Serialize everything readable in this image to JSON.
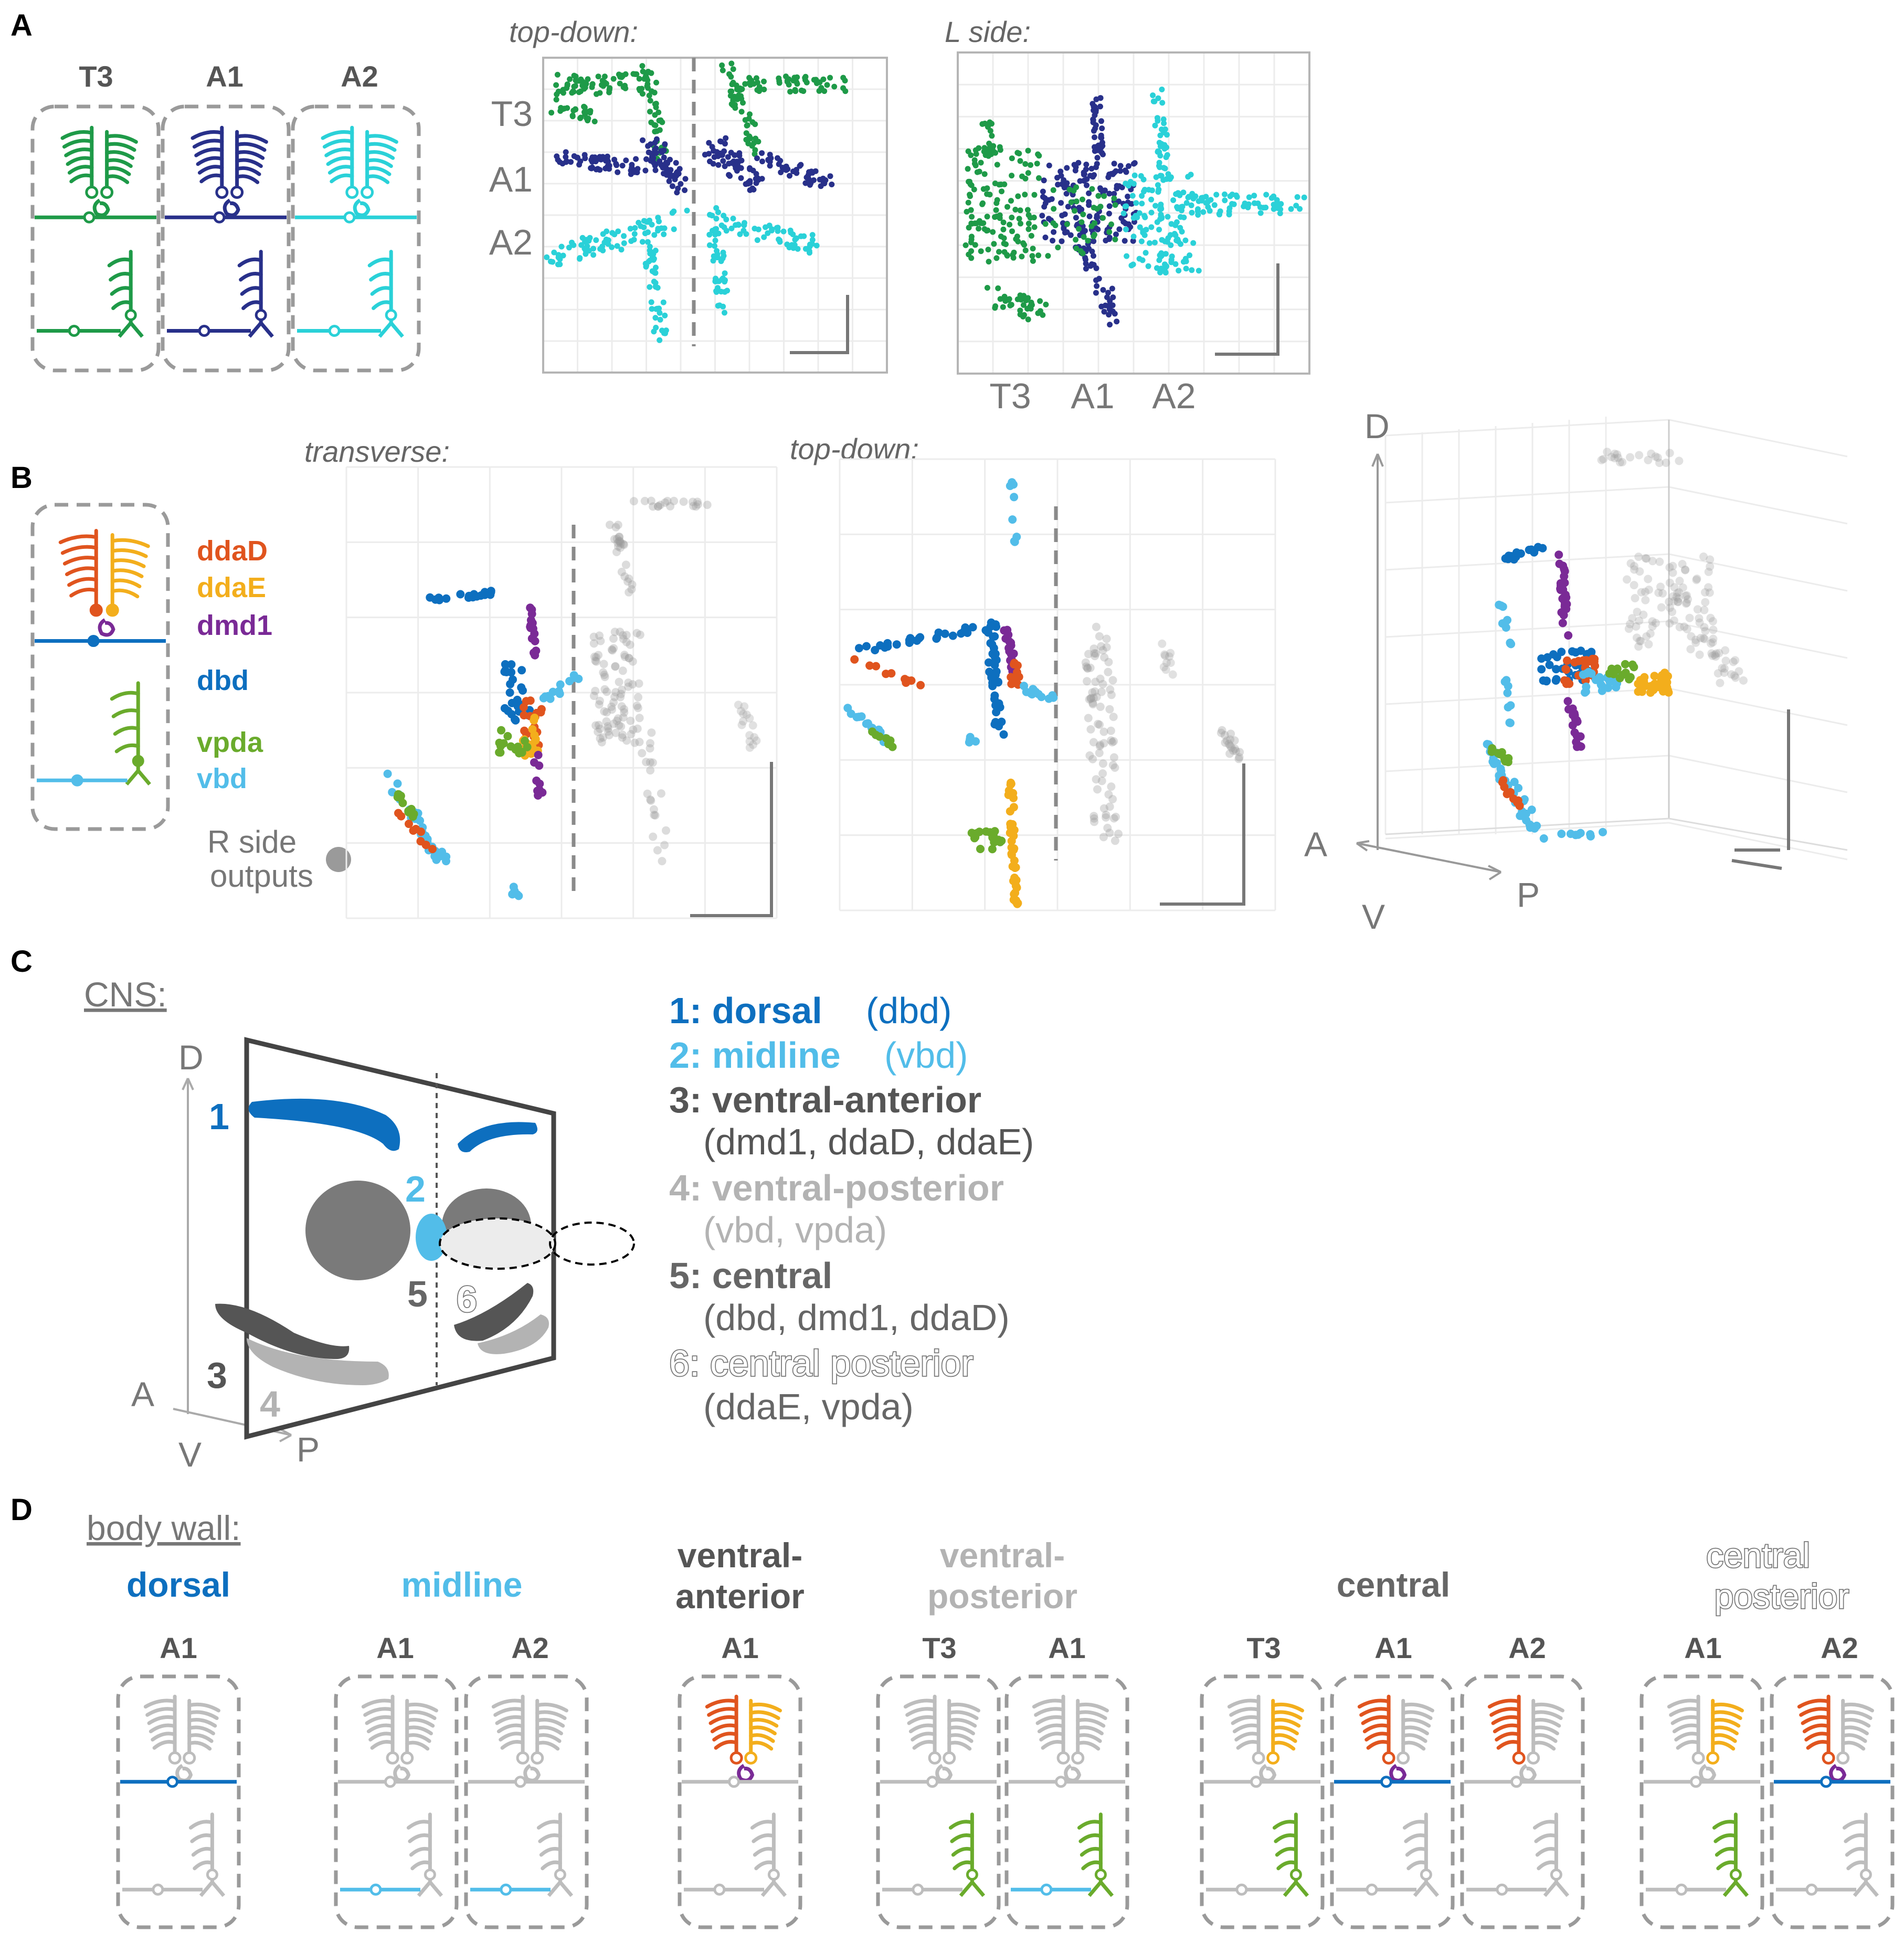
{
  "panel_letters": {
    "a": "A",
    "b": "B",
    "c": "C",
    "d": "D"
  },
  "colors": {
    "t3": "#1e9a48",
    "a1": "#28308a",
    "a2": "#2ad1d8",
    "ddaD": "#e0541e",
    "ddaE": "#f3ae1c",
    "dmd1": "#7a2a96",
    "dbd": "#0d6fbf",
    "vpda": "#6aab2c",
    "vbd": "#52bde9",
    "r_side": "#9a9a9a",
    "region3": "#555555",
    "region4": "#b3b3b3"
  },
  "panelA": {
    "segments": [
      "T3",
      "A1",
      "A2"
    ],
    "plot_top_title": "top-down:",
    "plot_side_title": "L side:",
    "top_ylabels": [
      "T3",
      "A1",
      "A2"
    ],
    "side_xlabels": [
      "T3",
      "A1",
      "A2"
    ]
  },
  "panelB": {
    "legend": [
      {
        "key": "ddaD",
        "label": "ddaD"
      },
      {
        "key": "ddaE",
        "label": "ddaE"
      },
      {
        "key": "dmd1",
        "label": "dmd1"
      },
      {
        "key": "dbd",
        "label": "dbd"
      },
      {
        "key": "vpda",
        "label": "vpda"
      },
      {
        "key": "vbd",
        "label": "vbd"
      }
    ],
    "r_side_label_1": "R side",
    "r_side_label_2": "outputs",
    "plot1_title": "transverse:",
    "plot2_title": "top-down:",
    "axis_d": "D",
    "axis_a": "A",
    "axis_p": "P",
    "axis_v": "V"
  },
  "panelC": {
    "cns_label": "CNS:",
    "axis_d": "D",
    "axis_a": "A",
    "axis_p": "P",
    "axis_v": "V",
    "region_numbers": [
      "1",
      "2",
      "3",
      "4",
      "5",
      "6"
    ],
    "legend": [
      {
        "title": "1: dorsal",
        "detail": "(dbd)"
      },
      {
        "title": "2: midline",
        "detail": "(vbd)"
      },
      {
        "title": "3: ventral-anterior",
        "detail": "(dmd1, ddaD, ddaE)"
      },
      {
        "title": "4: ventral-posterior",
        "detail": "(vbd, vpda)"
      },
      {
        "title": "5: central",
        "detail": "(dbd, dmd1, ddaD)"
      },
      {
        "title": "6: central posterior",
        "detail": "(ddaE, vpda)"
      }
    ]
  },
  "panelD": {
    "body_wall_label": "body wall:",
    "groups": [
      {
        "title_1": "dorsal",
        "title_2": "",
        "segments": [
          "A1"
        ]
      },
      {
        "title_1": "midline",
        "title_2": "",
        "segments": [
          "A1",
          "A2"
        ]
      },
      {
        "title_1": "ventral-",
        "title_2": "anterior",
        "segments": [
          "A1"
        ]
      },
      {
        "title_1": "ventral-",
        "title_2": "posterior",
        "segments": [
          "T3",
          "A1"
        ]
      },
      {
        "title_1": "central",
        "title_2": "",
        "segments": [
          "T3",
          "A1",
          "A2"
        ]
      },
      {
        "title_1": "central",
        "title_2": "posterior",
        "segments": [
          "A1",
          "A2"
        ]
      }
    ]
  }
}
